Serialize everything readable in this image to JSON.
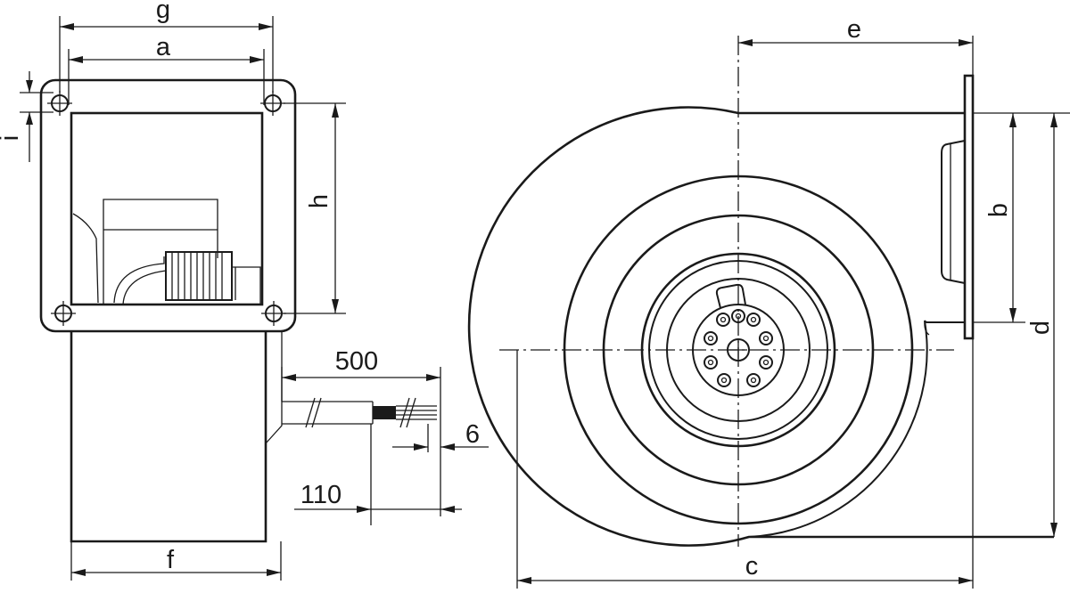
{
  "labels": {
    "g": "g",
    "a": "a",
    "i": "i",
    "h": "h",
    "f": "f",
    "cable_length": "500",
    "strip_length": "6",
    "sheath_length": "110",
    "e": "e",
    "b": "b",
    "d": "d",
    "c": "c"
  }
}
